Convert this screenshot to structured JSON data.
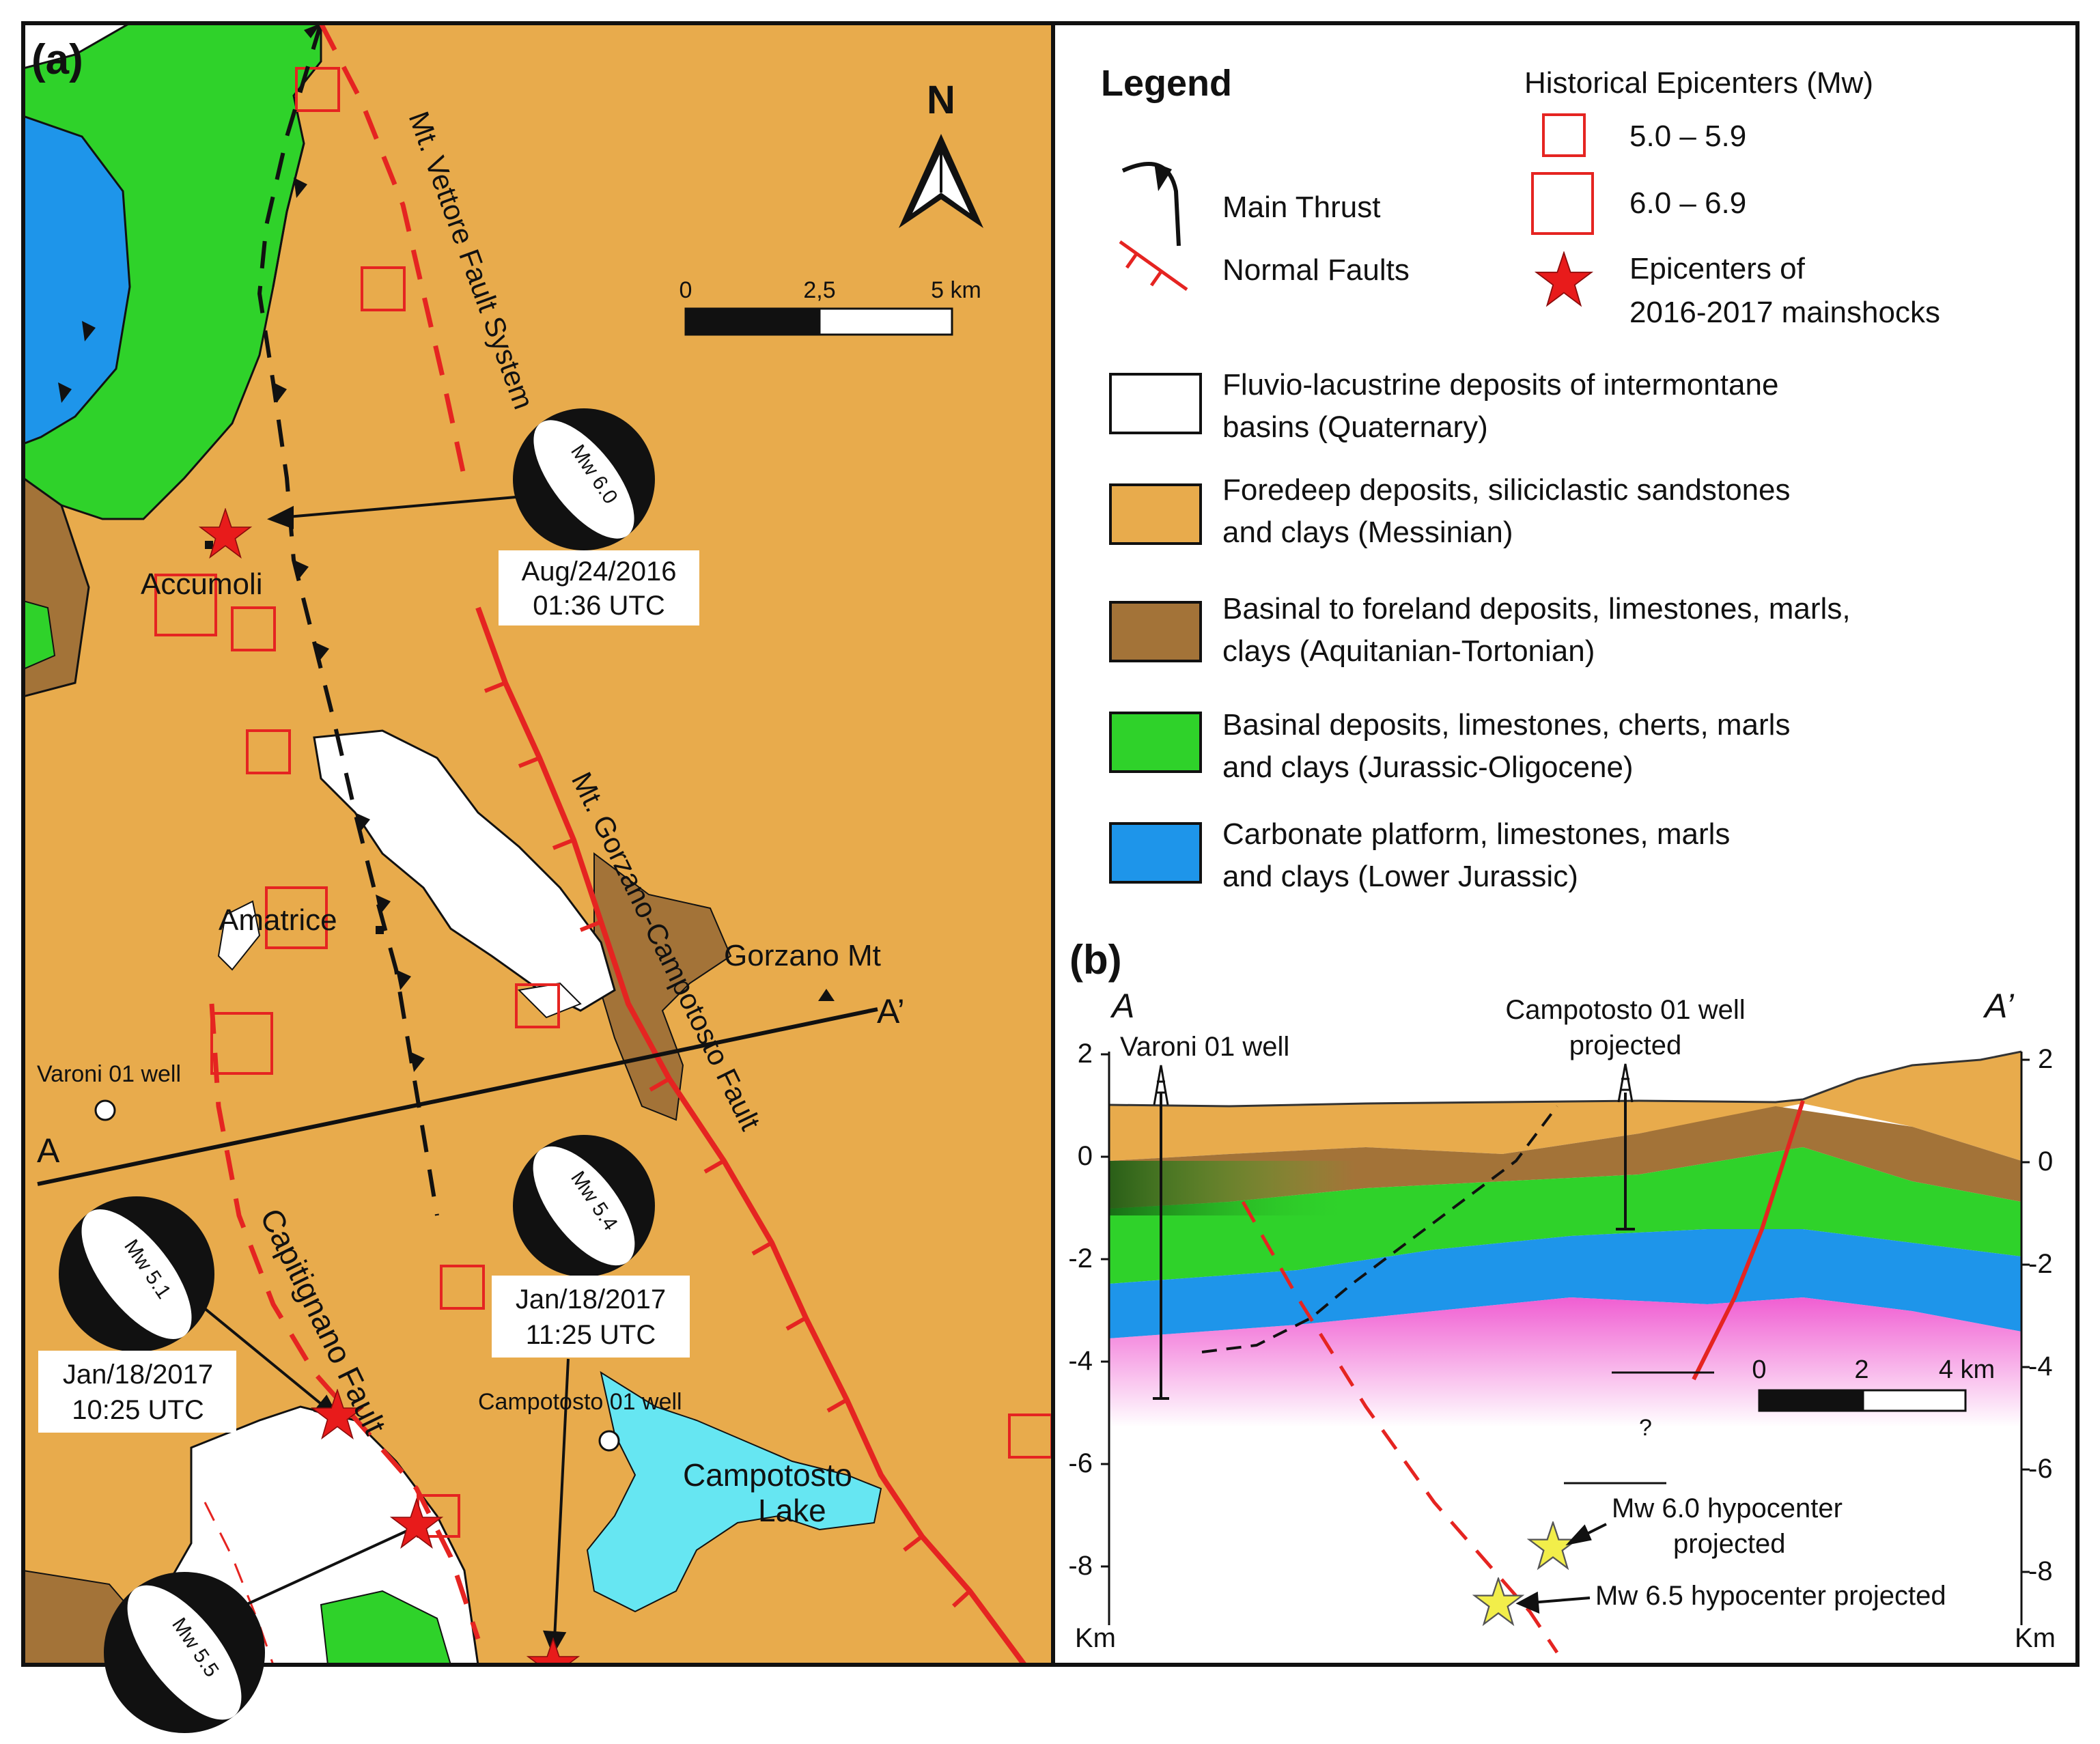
{
  "panel_a": {
    "label": "(a)",
    "north": "N",
    "scale": {
      "ticks": [
        "0",
        "2,5",
        "5 km"
      ]
    },
    "fault_labels": {
      "vettore": "Mt. Vettore Fault System",
      "gorzano": "Mt. Gorzano-Campotosto Fault",
      "capitignano": "Capitignano Fault"
    },
    "places": {
      "accumoli": "Accumoli",
      "amatrice": "Amatrice",
      "gorzano_mt": "Gorzano Mt",
      "varoni_well": "Varoni 01 well",
      "campotosto_well": "Campotosto 01 well",
      "campotosto_lake_1": "Campotosto",
      "campotosto_lake_2": "Lake"
    },
    "section_line": {
      "start": "A",
      "end": "A’"
    },
    "mechanisms": [
      {
        "mag": "Mw 6.0",
        "date": "Aug/24/2016",
        "time": "01:36 UTC"
      },
      {
        "mag": "Mw 5.4",
        "date": "Jan/18/2017",
        "time": "11:25 UTC"
      },
      {
        "mag": "Mw 5.1",
        "date": "Jan/18/2017",
        "time": "10:25 UTC"
      },
      {
        "mag": "Mw 5.5",
        "date": "",
        "time": ""
      }
    ]
  },
  "legend": {
    "title": "Legend",
    "hist_title": "Historical Epicenters (Mw)",
    "hist_small": "5.0 – 5.9",
    "hist_large": "6.0 – 6.9",
    "main_thrust": "Main Thrust",
    "normal_faults": "Normal Faults",
    "epicenters_1": "Epicenters of",
    "epicenters_2": "2016-2017 mainshocks",
    "units": [
      {
        "line1": "Fluvio-lacustrine deposits of intermontane",
        "line2": "basins (Quaternary)",
        "color": "#ffffff"
      },
      {
        "line1": "Foredeep deposits, siliciclastic sandstones",
        "line2": "and clays (Messinian)",
        "color": "#e8ab4c"
      },
      {
        "line1": "Basinal to foreland deposits, limestones, marls,",
        "line2": "clays (Aquitanian-Tortonian)",
        "color": "#a37338"
      },
      {
        "line1": "Basinal deposits, limestones, cherts, marls",
        "line2": "and clays (Jurassic-Oligocene)",
        "color": "#2fd22a"
      },
      {
        "line1": "Carbonate platform, limestones, marls",
        "line2": "and clays (Lower Jurassic)",
        "color": "#1e95ea"
      }
    ]
  },
  "panel_b": {
    "label": "(b)",
    "end_a": "A",
    "end_a2": "A’",
    "varoni_well": "Varoni 01 well",
    "campotosto_1": "Campotosto 01 well",
    "campotosto_2": "projected",
    "axis_ticks": [
      "2",
      "0",
      "-2",
      "-4",
      "-6",
      "-8"
    ],
    "axis_unit": "Km",
    "scale": {
      "ticks": [
        "0",
        "2",
        "4 km"
      ]
    },
    "question": "?",
    "hypo_60_1": "Mw 6.0 hypocenter",
    "hypo_60_2": "projected",
    "hypo_65": "Mw 6.5 hypocenter projected"
  },
  "colors": {
    "foredeep": "#e8ab4c",
    "brown": "#a37338",
    "green": "#2fd22a",
    "blue": "#1e95ea",
    "lake": "#66e6f2",
    "fault_red": "#e52421",
    "magenta": "#f05ed2",
    "star_red": "#e81b1b",
    "star_yellow": "#f2ee4a"
  }
}
